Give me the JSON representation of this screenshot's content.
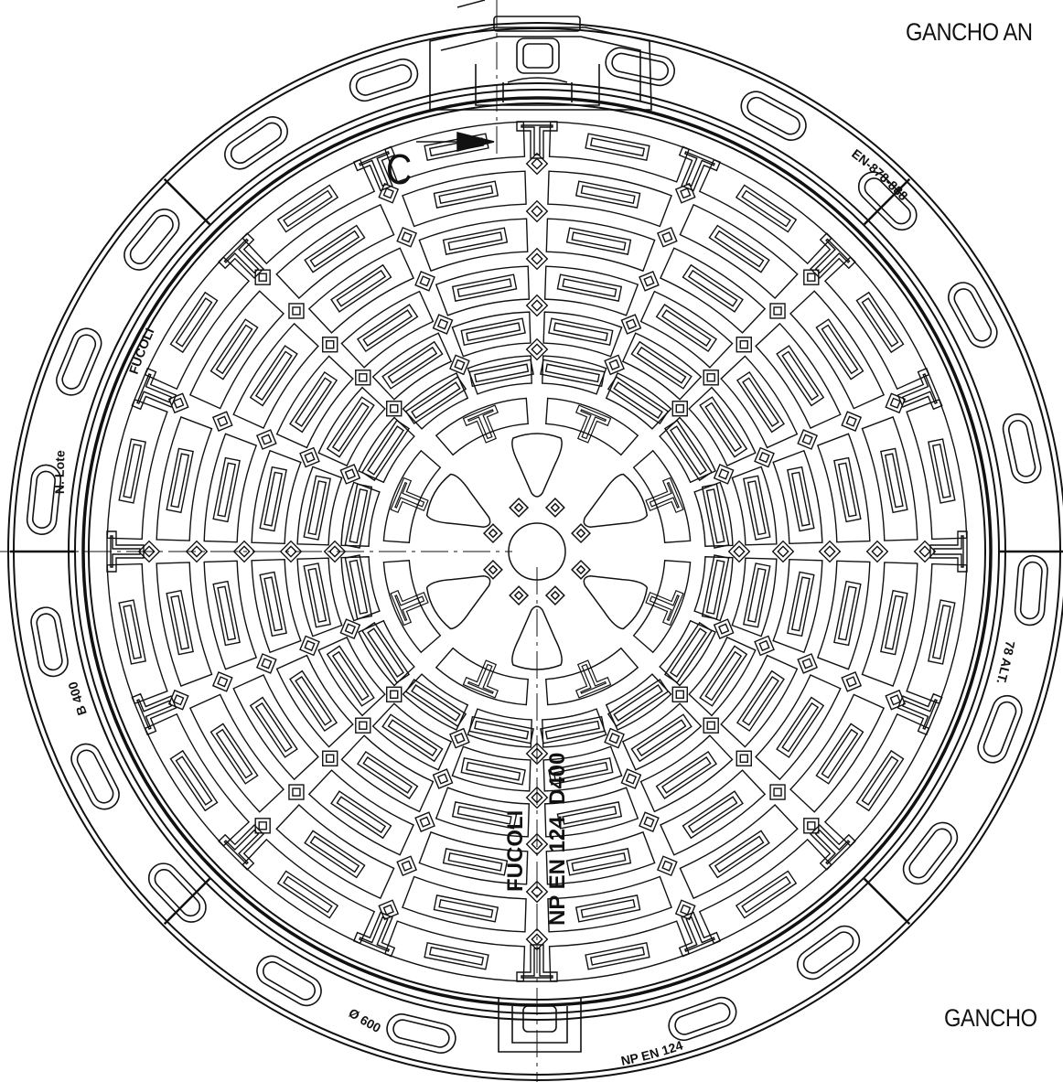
{
  "labels": {
    "hook_top": "GANCHO AN",
    "hook_bottom": "GANCHO",
    "section_mark": "C"
  },
  "cover_text": {
    "brand": "FUCOLI",
    "standard": "NP EN 124",
    "class": "D400"
  },
  "rim_text": {
    "top_left": "FUCOLI",
    "top_right": "EN-878-888",
    "left_upper": "N. Lote",
    "left_lower": "B 400",
    "right_lower": "78 ALT.",
    "bottom_left": "Ø 600",
    "bottom_right": "NP EN 124"
  },
  "colors": {
    "line": "#111111",
    "background": "#ffffff"
  }
}
